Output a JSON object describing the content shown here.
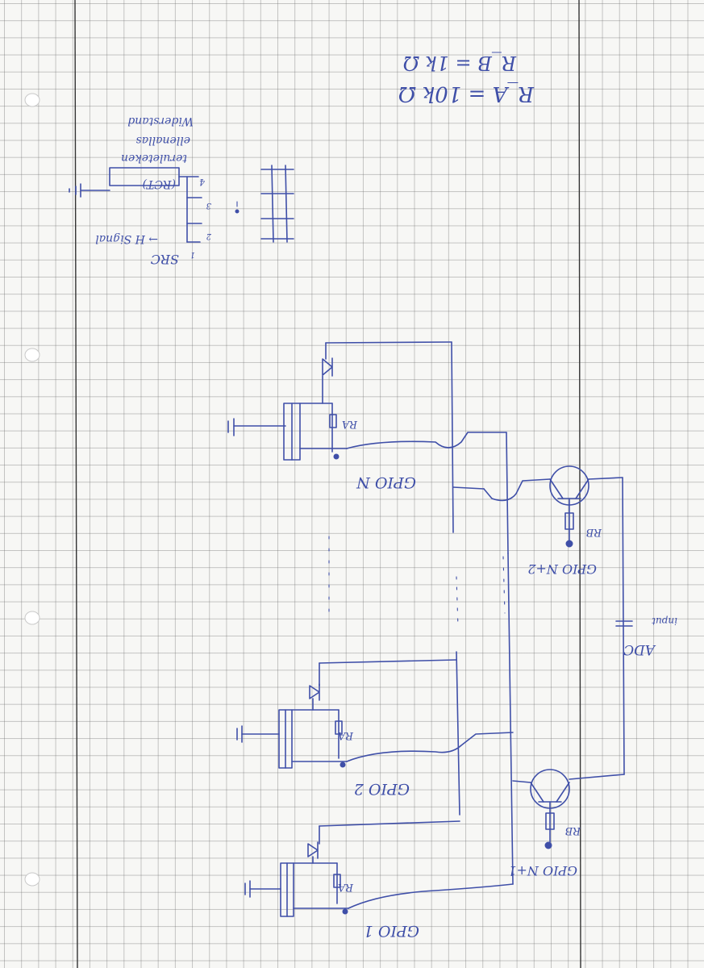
{
  "colors": {
    "ink": "#3f4fa8",
    "paper": "#f7f7f5",
    "grid": "#8a8a8a",
    "margin_line": "#333333"
  },
  "notes": {
    "resistor_a": "R_A = 10k Ω",
    "resistor_b": "R_B = 1k Ω",
    "component_note_line1": "teruleteken",
    "component_note_line2": "ellenallas",
    "component_note_line3": "Widerstand",
    "component_code": "(RCT)",
    "src_label": "SRC",
    "signal_label": "→ H Signal",
    "pin_1": "1",
    "pin_2": "2",
    "pin_3": "3",
    "pin_4": "4"
  },
  "circuit": {
    "resistor_label_a": "RA",
    "resistor_label_b": "RB",
    "gpio_top": "GPIO N",
    "gpio_middle": "GPIO 2",
    "gpio_bottom": "GPIO 1",
    "gpio_transistor_top": "GPIO N+2",
    "gpio_transistor_bottom": "GPIO N+1",
    "adc_label": "ADC",
    "adc_sub": "input"
  }
}
